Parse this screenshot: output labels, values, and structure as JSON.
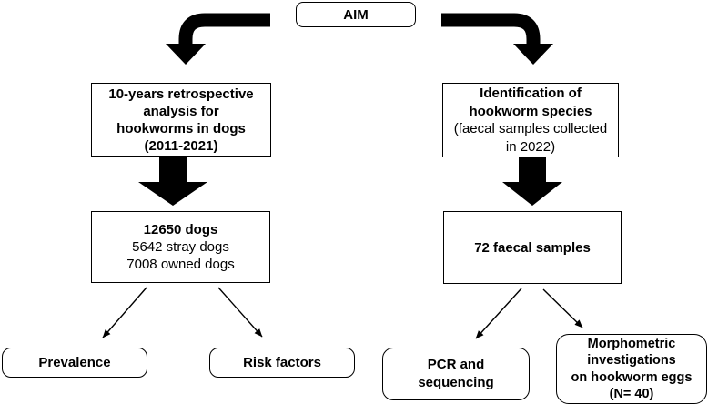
{
  "flowchart": {
    "aim_label": "AIM",
    "left_branch": {
      "analysis_box": {
        "line1": "10-years retrospective",
        "line2": "analysis for",
        "line3": "hookworms in dogs",
        "line4": "(2011-2021)"
      },
      "dogs_box": {
        "title": "12650 dogs",
        "line2": "5642 stray dogs",
        "line3": "7008 owned dogs"
      },
      "prevalence_label": "Prevalence",
      "risk_factors_label": "Risk factors"
    },
    "right_branch": {
      "identification_box": {
        "line1": "Identification of",
        "line2": "hookworm species",
        "line3": "(faecal samples collected",
        "line4": "in 2022)"
      },
      "samples_box": {
        "label": "72 faecal samples"
      },
      "pcr_box": {
        "line1": "PCR and",
        "line2": "sequencing"
      },
      "morphometric_box": {
        "line1": "Morphometric",
        "line2": "investigations",
        "line3": "on hookworm eggs",
        "line4": "(N= 40)"
      }
    },
    "colors": {
      "ink": "#000000",
      "background": "#ffffff"
    }
  }
}
